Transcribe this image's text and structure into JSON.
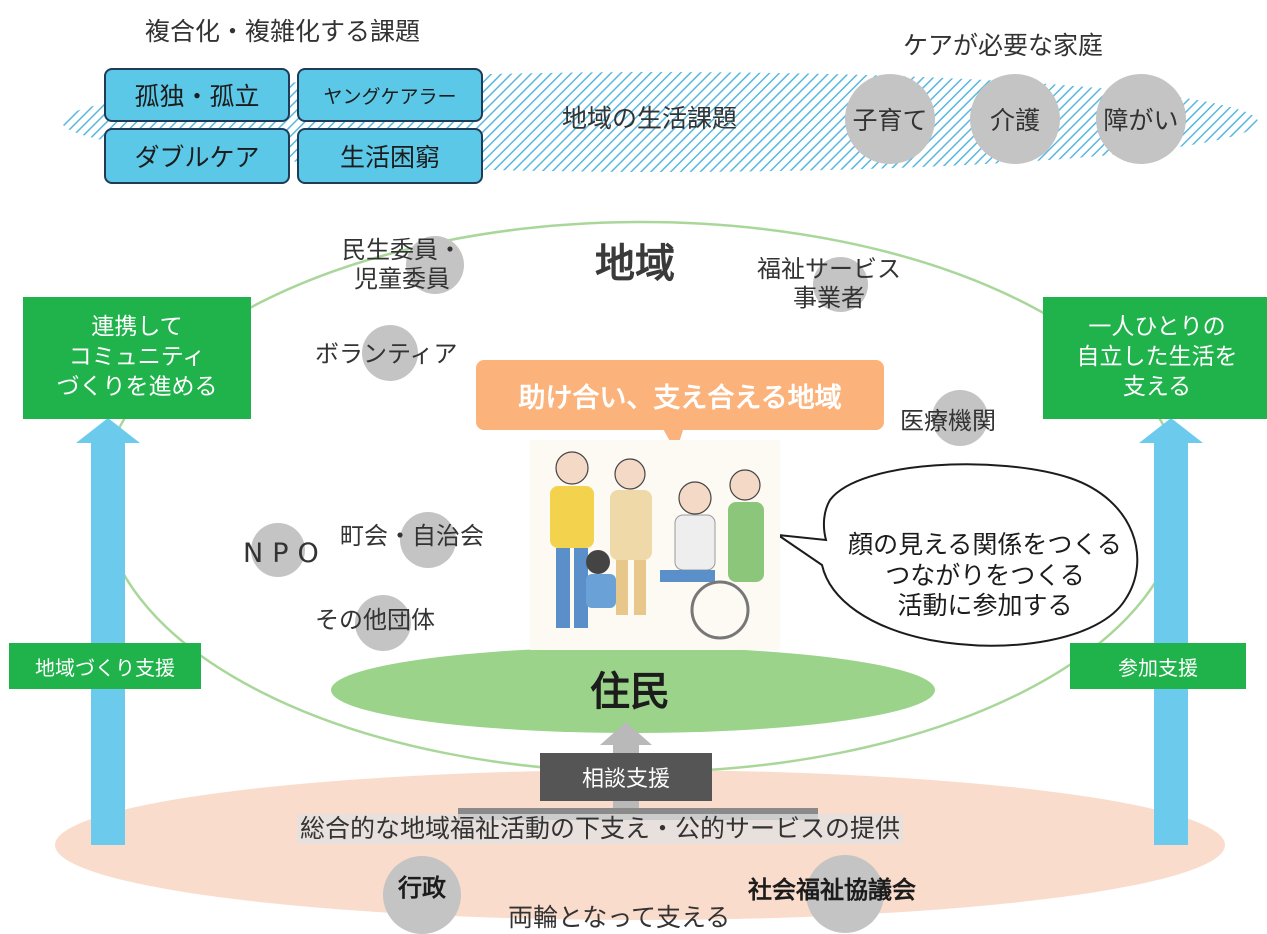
{
  "top": {
    "left_title": "複合化・複雑化する課題",
    "right_title": "ケアが必要な家庭",
    "issues": [
      "孤独・孤立",
      "ヤングケアラー",
      "ダブルケア",
      "生活困窮"
    ],
    "center_label": "地域の生活課題",
    "care_items": [
      "子育て",
      "介護",
      "障がい"
    ]
  },
  "community": {
    "title": "地域",
    "slogan": "助け合い、支え合える地域",
    "actors": {
      "minsei": "民生委員・\n児童委員",
      "welfare_service": "福祉サービス\n事業者",
      "volunteer": "ボランティア",
      "medical": "医療機関",
      "npo": "NPO",
      "town_assoc": "町会・自治会",
      "other_groups": "その他団体"
    },
    "speech": [
      "顔の見える関係をつくる",
      "つながりをつくる",
      "活動に参加する"
    ],
    "residents": "住民"
  },
  "left_side": {
    "goal": "連携して\nコミュニティ\nづくりを進める",
    "support": "地域づくり支援"
  },
  "right_side": {
    "goal": "一人ひとりの\n自立した生活を\n支える",
    "support": "参加支援"
  },
  "bottom": {
    "consult": "相談支援",
    "foundation": "総合的な地域福祉活動の下支え・公的サービスの提供",
    "gov": "行政",
    "council": "社会福祉協議会",
    "link": "両輪となって支える"
  },
  "colors": {
    "issue_box": "#5bc8e8",
    "green": "#20b24b",
    "arrow_blue": "#6ccbed",
    "slogan_bg": "#fbb37b",
    "resident_ellipse": "#9ad389",
    "foundation_ellipse": "#fadccc",
    "consult_bg": "#555555",
    "hatch": "#58b8df"
  }
}
